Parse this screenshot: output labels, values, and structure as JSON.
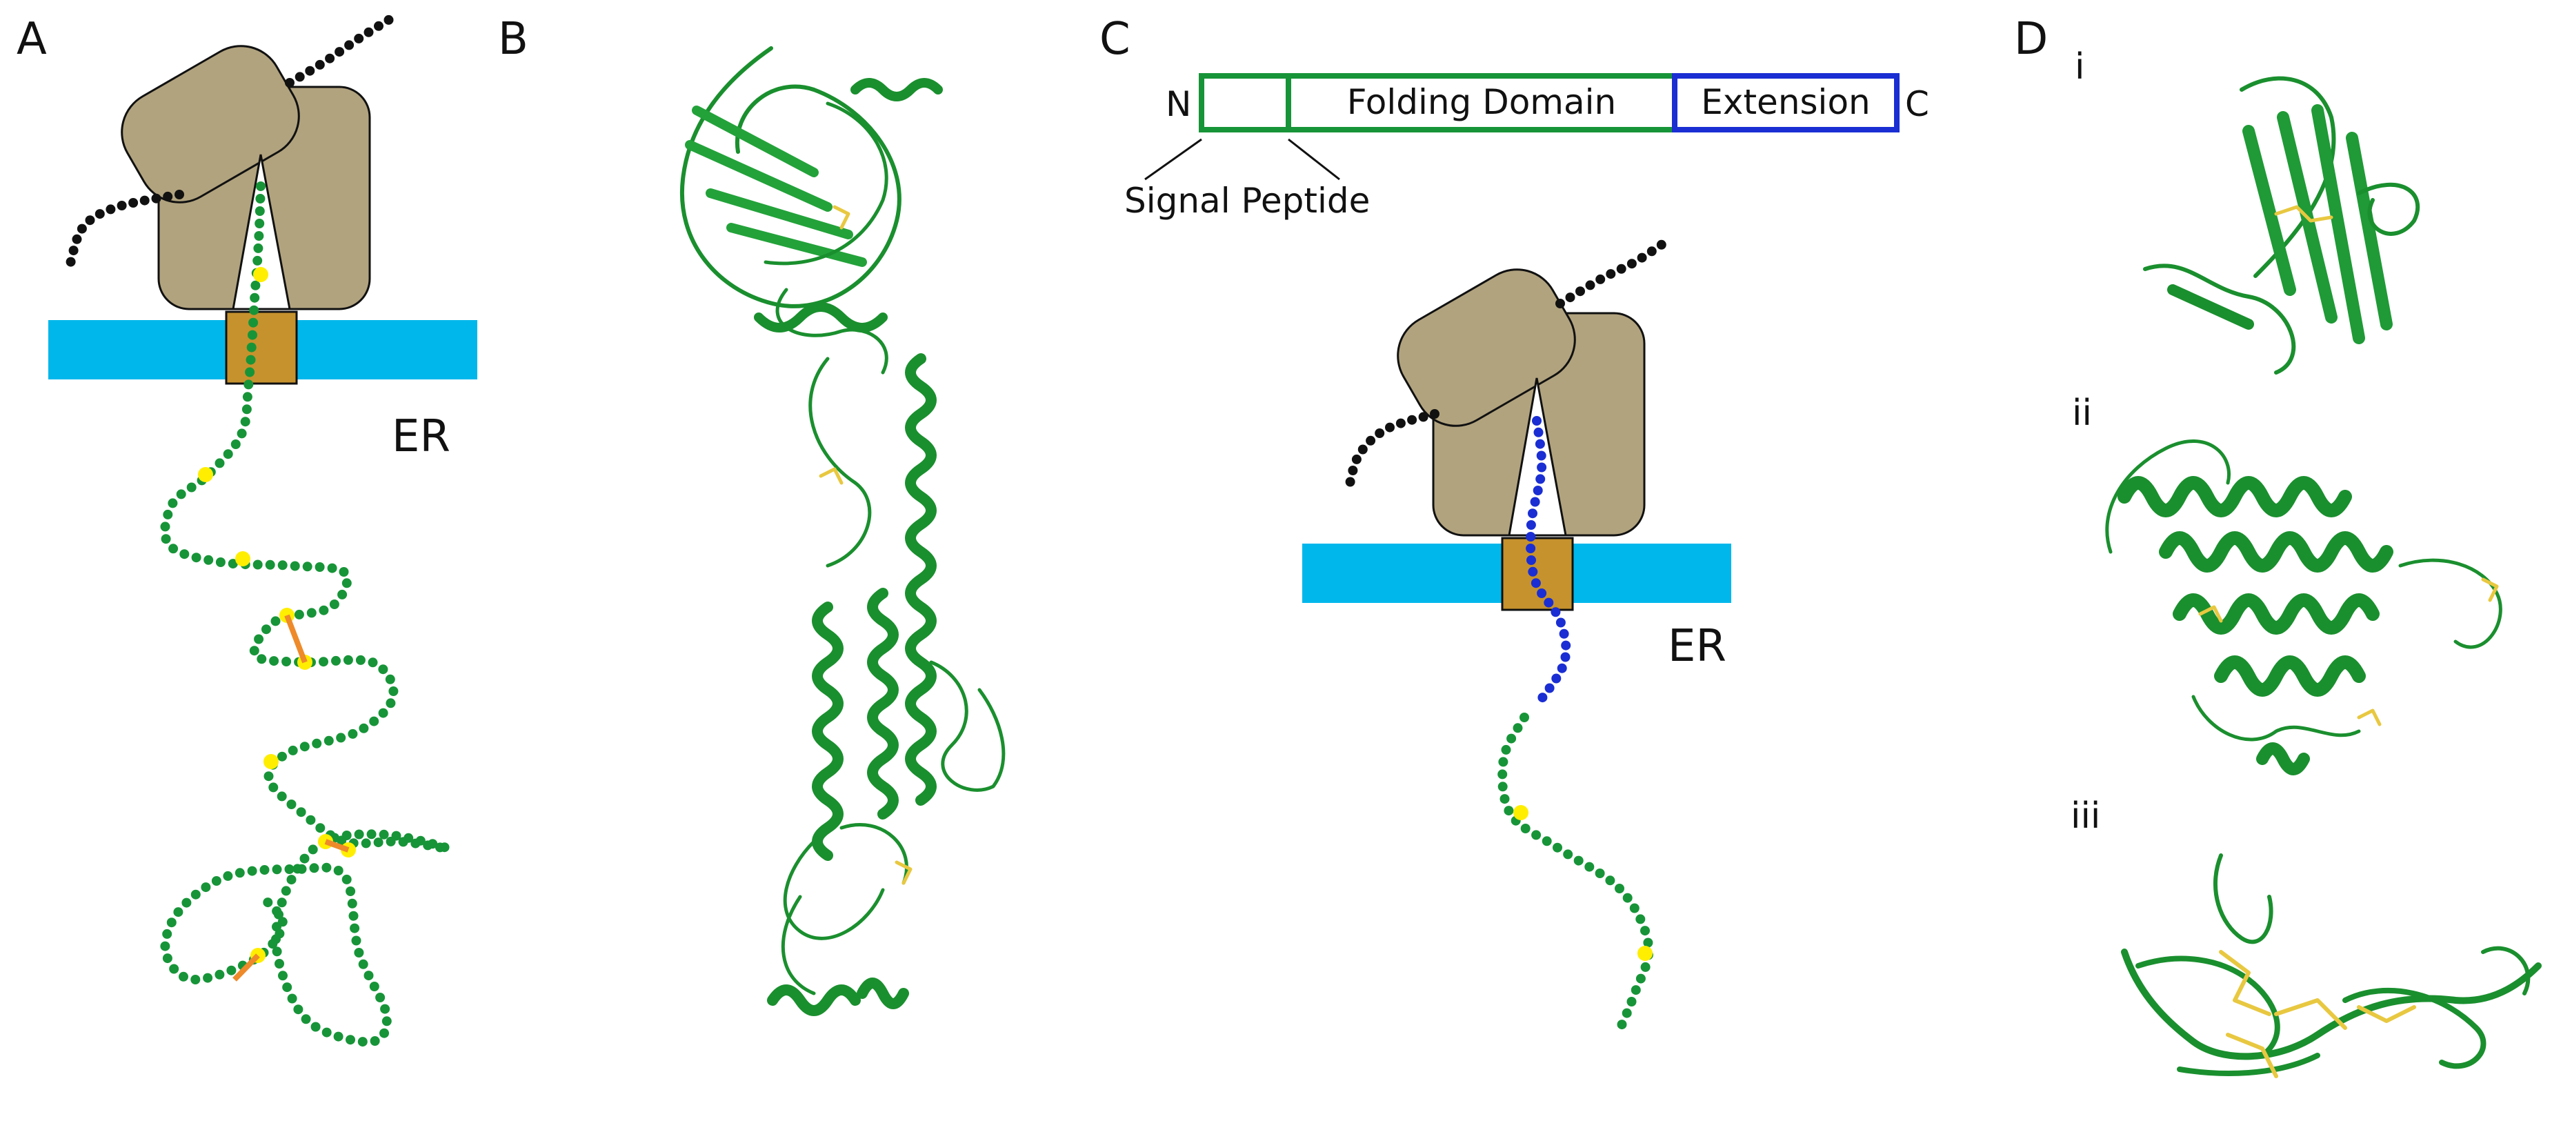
{
  "panels": {
    "a": "A",
    "b": "B",
    "c": "C",
    "d": "D"
  },
  "sub_panels": [
    "i",
    "ii",
    "iii"
  ],
  "panel_a": {
    "er_label": "ER"
  },
  "panel_c": {
    "er_label": "ER",
    "n_terminus": "N",
    "c_terminus": "C",
    "folding_domain": "Folding Domain",
    "extension": "Extension",
    "signal_peptide": "Signal Peptide"
  },
  "colors": {
    "ribosome": "#b1a37e",
    "membrane": "#00b7eb",
    "translocon": "#c6922d",
    "chain_green": "#179438",
    "chain_blue": "#1a2ed3",
    "mrna": "#111111",
    "disulfide_site": "#ffee00",
    "disulfide_bond": "#ee8a2a",
    "protein_green": "#1a8f2e",
    "disulfide_stick": "#e8c840"
  },
  "icons": {
    "ribosome": "ribosome-icon",
    "translocon": "translocon-icon",
    "protein_structure": "protein-ribbon-icon"
  }
}
